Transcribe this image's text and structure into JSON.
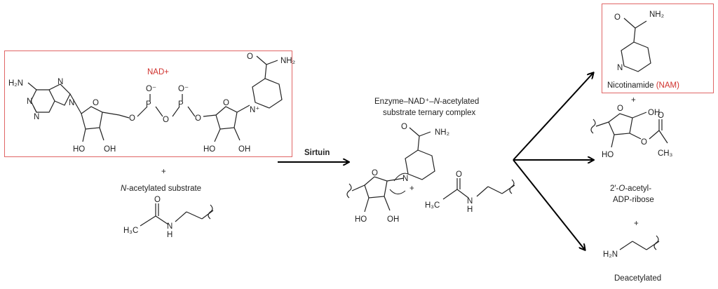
{
  "nad": {
    "title": "NAD+",
    "atoms": {
      "h2n": "H₂N",
      "n": "N",
      "o": "O",
      "p": "P",
      "o_minus": "O⁻",
      "ho": "HO",
      "oh": "OH",
      "nh2": "NH₂",
      "n_plus": "N⁺"
    }
  },
  "plus1": "+",
  "substrate": {
    "label_em": "N",
    "label_rest": "-acetylated substrate",
    "atoms": {
      "h3c": "H₃C",
      "o": "O",
      "nh": "N",
      "h": "H"
    }
  },
  "enzyme": {
    "label": "Sirtuin"
  },
  "complex": {
    "line1_pre": "Enzyme–NAD⁺–",
    "line1_em": "N",
    "line1_post": "-acetylated",
    "line2": "substrate ternary complex",
    "atoms": {
      "o": "O",
      "nh2": "NH₂",
      "n": "N",
      "plus": "+",
      "ho": "HO",
      "oh": "OH",
      "h3c": "H₃C",
      "nh": "N",
      "h": "H"
    }
  },
  "nam": {
    "name": "Nicotinamide",
    "abbr": "(NAM)",
    "atoms": {
      "o": "O",
      "nh2": "NH₂",
      "n": "N"
    }
  },
  "plus2": "+",
  "adpr": {
    "line1_pre": "2′-",
    "line1_em": "O",
    "line1_post": "-acetyl-",
    "line2": "ADP-ribose",
    "atoms": {
      "o": "O",
      "oh": "OH",
      "ho": "HO",
      "ch3": "CH₃"
    }
  },
  "plus3": "+",
  "deacetylated": {
    "label": "Deacetylated",
    "atoms": {
      "h2n": "H₂N"
    }
  }
}
